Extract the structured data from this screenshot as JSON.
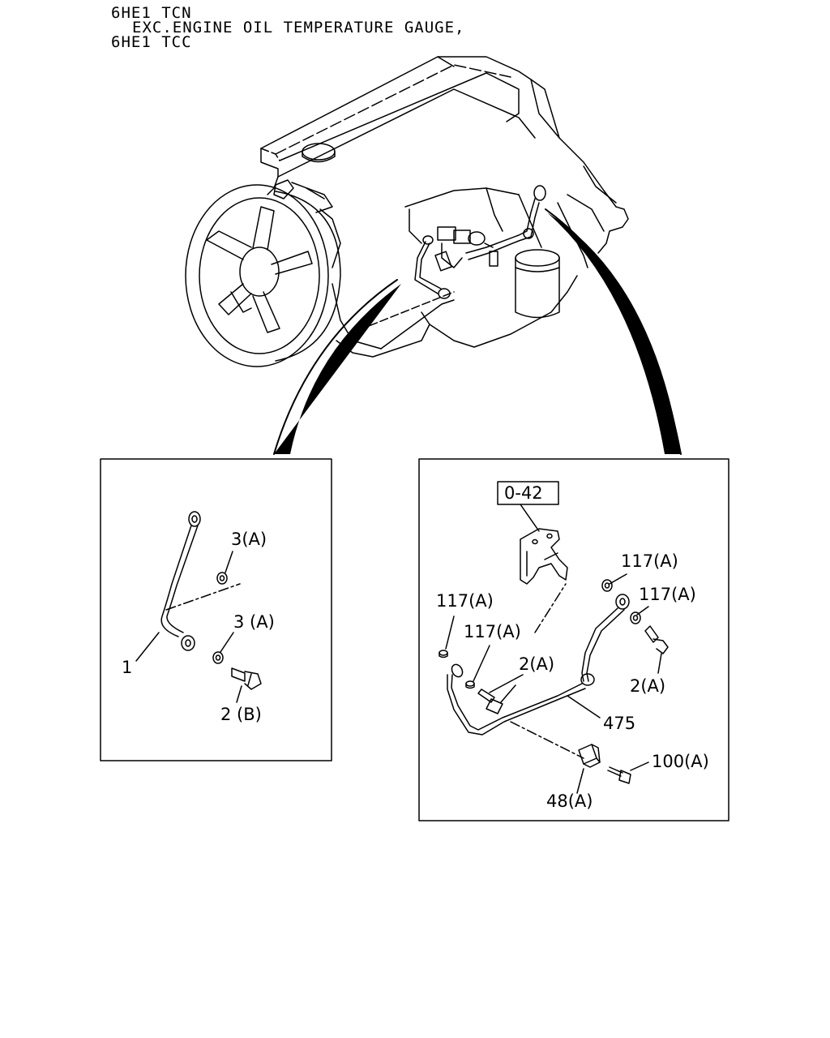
{
  "header": {
    "line1": "6HE1 TCN",
    "line2": "EXC.ENGINE OIL TEMPERATURE GAUGE,",
    "line3": "6HE1 TCC"
  },
  "left_panel": {
    "callouts": {
      "washer_upper": "3(A)",
      "washer_lower": "3 (A)",
      "pipe": "1",
      "bolt": "2 (B)"
    }
  },
  "right_panel": {
    "ref_box": "0-42",
    "callouts": {
      "washer_left_top": "117(A)",
      "washer_left_mid": "117(A)",
      "washer_right_top": "117(A)",
      "washer_right_mid": "117(A)",
      "bolt_center": "2(A)",
      "bolt_right": "2(A)",
      "pipe": "475",
      "bolt_small": "100(A)",
      "clip": "48(A)"
    }
  }
}
